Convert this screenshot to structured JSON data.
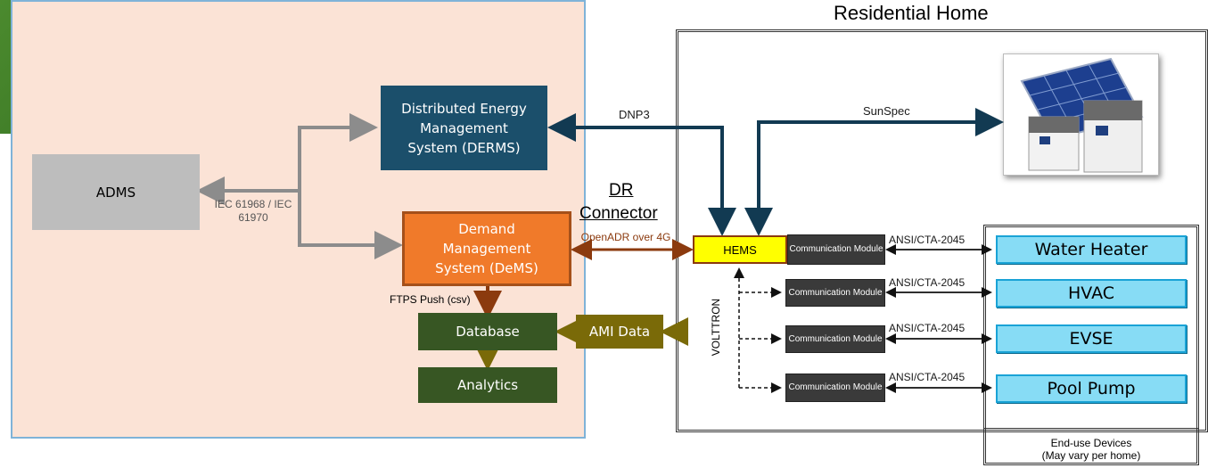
{
  "title": "Residential Home",
  "colors": {
    "utility_bg": "#fbe3d6",
    "utility_border": "#7fb3d8",
    "derms": "#1b4f6b",
    "dems": "#f07a2a",
    "admin_gray": "#bdbdbd",
    "hems": "#ffff00",
    "device_fill": "#87dcf5",
    "comm_module": "#3a3a3a",
    "db_green": "#375623",
    "ami_olive": "#7a6a08"
  },
  "blocks": {
    "admin": "ADMS",
    "derms": "Distributed Energy Management System (DERMS)",
    "dems": "Demand Management System (DeMS)",
    "database": "Database",
    "analytics": "Analytics",
    "ami": "AMI Data",
    "hems": "HEMS"
  },
  "labels": {
    "iec": "IEC 61968 / IEC 61970",
    "dnp3": "DNP3",
    "sunspec": "SunSpec",
    "dr_connector_1": "DR",
    "dr_connector_2": "Connector",
    "openadr": "OpenADR over 4G",
    "ftps": "FTPS Push (csv)",
    "volttron": "VOLTTRON",
    "ansi": "ANSI/CTA-2045"
  },
  "comm_module_label": "Communication Module",
  "devices": [
    "Water Heater",
    "HVAC",
    "EVSE",
    "Pool Pump"
  ],
  "enduse": {
    "line1": "End-use Devices",
    "line2": "(May vary per home)"
  }
}
